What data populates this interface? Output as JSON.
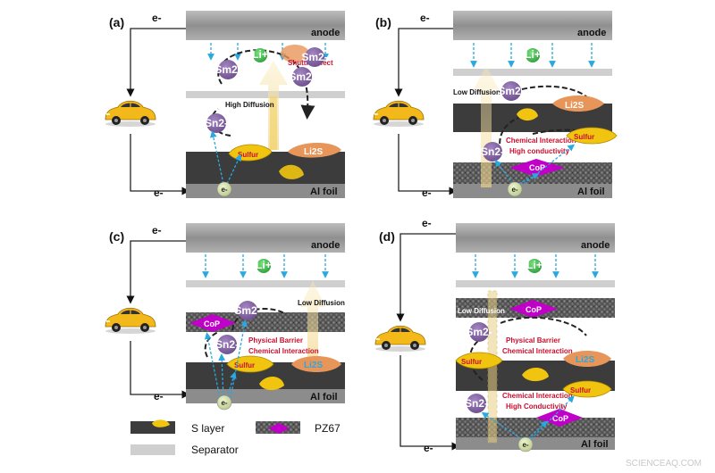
{
  "panels": [
    {
      "id": "a",
      "label": "(a)",
      "electron_top": "e-",
      "electron_bottom": "e-",
      "anode": "anode",
      "current_collector": "Al foil",
      "li_ion": "Li+",
      "species": [
        "Sm2-",
        "Sm2-",
        "Sn2-"
      ],
      "shuttle_text": "Shuttle effect",
      "diffusion_text": "High Diffusion",
      "sulfur": "Sulfur",
      "li2s": "Li2S",
      "electron_bubble": "e-"
    },
    {
      "id": "b",
      "label": "(b)",
      "electron_top": "e-",
      "electron_bottom": "e-",
      "anode": "anode",
      "current_collector": "Al foil",
      "li_ion": "Li+",
      "species": [
        "Sm2-",
        "Sn2-"
      ],
      "diffusion_text": "Low Diffusion",
      "interaction_1": "Chemical Interaction",
      "interaction_2": "High conductivity",
      "sulfur": "Sulfur",
      "li2s": "Li2S",
      "cop": "CoP",
      "electron_bubble": "e-"
    },
    {
      "id": "c",
      "label": "(c)",
      "electron_top": "e-",
      "electron_bottom": "e-",
      "anode": "anode",
      "current_collector": "Al foil",
      "li_ion": "Li+",
      "species": [
        "Sm2-",
        "Sn2-"
      ],
      "diffusion_text": "Low Diffusion",
      "interaction_1": "Physical Barrier",
      "interaction_2": "Chemical Interaction",
      "sulfur": "Sulfur",
      "li2s": "Li2S",
      "cop": "CoP",
      "electron_bubble": "e-"
    },
    {
      "id": "d",
      "label": "(d)",
      "electron_top": "e-",
      "electron_bottom": "e-",
      "anode": "anode",
      "current_collector": "Al foil",
      "li_ion": "Li+",
      "species": [
        "Sm2-",
        "Sn2-"
      ],
      "diffusion_text": "Low Diffusion",
      "interaction_1": "Physical Barrier",
      "interaction_2": "Chemical Interaction",
      "interaction_3": "Chemical Interaction",
      "interaction_4": "High Conductivity",
      "sulfur": "Sulfur",
      "sulfur_2": "Sulfur",
      "sulfur_3": "Sulfur",
      "li2s": "Li2S",
      "cop": "CoP",
      "cop_2": "CoP",
      "electron_bubble": "e-"
    }
  ],
  "legend": {
    "s_layer": "S layer",
    "pz67": "PZ67",
    "separator": "Separator"
  },
  "watermark": "SCIENCEAQ.COM",
  "colors": {
    "anode": "#9a9a9a",
    "separator": "#cfcfcf",
    "s_layer": "#3c3c3c",
    "pz67": "#6a6a6a",
    "sulfur": "#f1c40f",
    "li2s": "#e8955a",
    "cop": "#c000c8",
    "polysulfide": "#8a68a8",
    "li_ion": "#3fbf4f",
    "arrow": "#2aa8e0",
    "red_text": "#c8102e"
  }
}
